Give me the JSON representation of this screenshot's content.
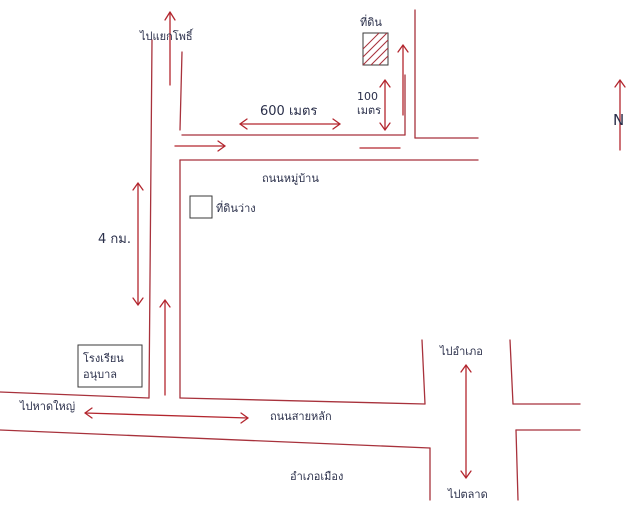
{
  "labels": {
    "to_top": "ไปแยกโพธิ์",
    "site": "ที่ดิน",
    "hundred_m_value": "100",
    "hundred_m_unit": "เมตร",
    "six_hundred_m": "600 เมตร",
    "village_road": "ถนนหมู่บ้าน",
    "four_km": "4 กม.",
    "reference_box": "ที่ดินว่าง",
    "school_line1": "โรงเรียน",
    "school_line2": "อนุบาล",
    "to_left": "ไปหาดใหญ่",
    "main_road": "ถนนสายหลัก",
    "district": "อำเภอเมือง",
    "to_right_top": "ไปอำเภอ",
    "to_right_bottom": "ไปตลาด",
    "north": "N"
  },
  "colors": {
    "road": "#a8323c",
    "arrow": "#b3262e",
    "ink": "#2a2f4a"
  }
}
